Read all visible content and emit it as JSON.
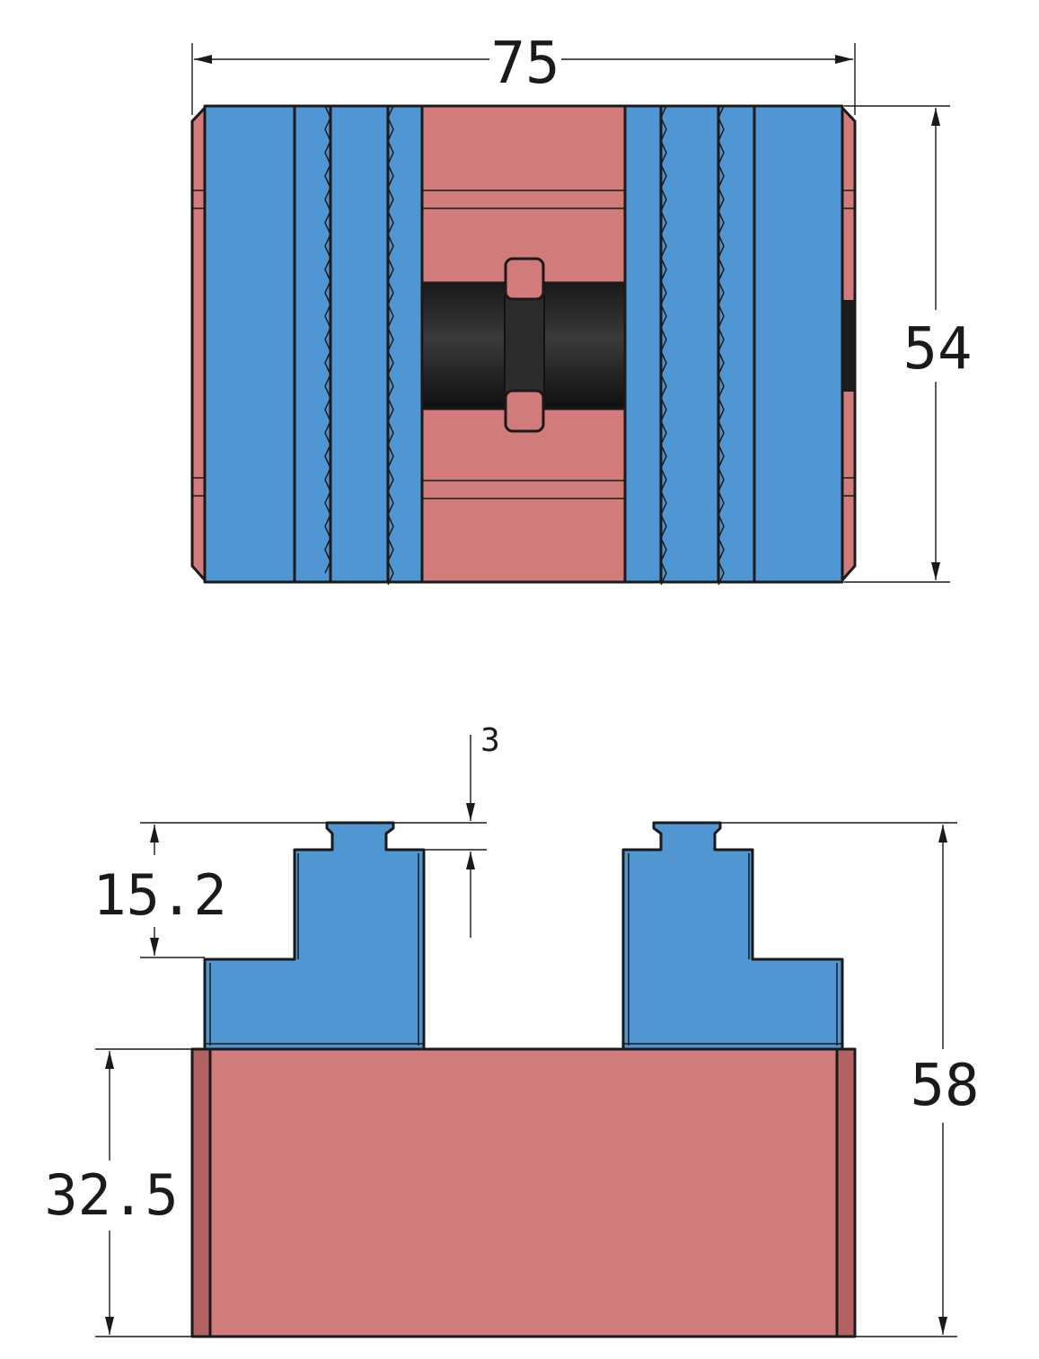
{
  "colors": {
    "jaw_blue": "#5096d2",
    "body_red": "#d27b7b",
    "body_red_dark": "#b46262",
    "screw_black": "#1c1c1c",
    "line": "#1a1a1a"
  },
  "dimensions": {
    "top_width": "75",
    "top_height": "54",
    "step_height": "15.2",
    "tongue_height": "3",
    "total_height": "58",
    "base_height": "32.5"
  }
}
